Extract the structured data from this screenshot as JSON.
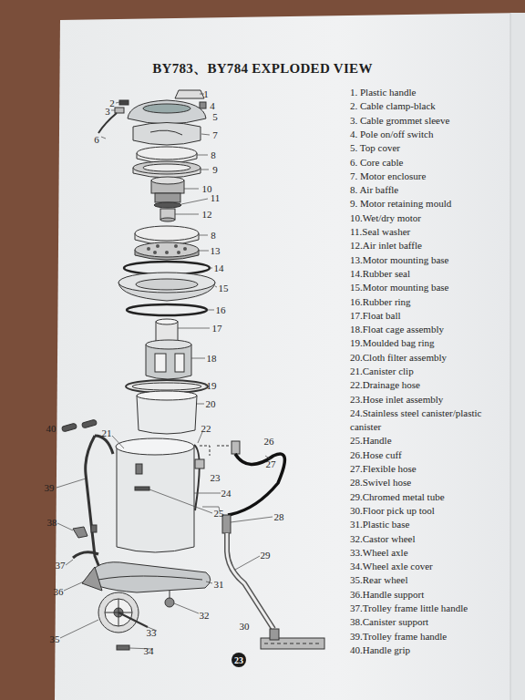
{
  "diagram": {
    "title": "BY783、BY784 EXPLODED VIEW",
    "labels": [
      "1. Plastic handle",
      "2. Cable clamp-black",
      "3. Cable grommet sleeve",
      "4. Pole on/off switch",
      "5. Top cover",
      "6. Core cable",
      "7. Motor enclosure",
      "8. Air baffle",
      "9. Motor retaining mould",
      "10.Wet/dry motor",
      "11.Seal washer",
      "12.Air inlet baffle",
      "13.Motor mounting base",
      "14.Rubber seal",
      "15.Motor mounting base",
      "16.Rubber ring",
      "17.Float ball",
      "18.Float cage assembly",
      "19.Moulded bag ring",
      "20.Cloth filter assembly",
      "21.Canister clip",
      "22.Drainage hose",
      "23.Hose inlet assembly",
      "24.Stainless steel canister/plastic canister",
      "25.Handle",
      "26.Hose cuff",
      "27.Flexible hose",
      "28.Swivel hose",
      "29.Chromed metal tube",
      "30.Floor pick up tool",
      "31.Plastic base",
      "32.Castor wheel",
      "33.Wheel axle",
      "34.Wheel axle cover",
      "35.Rear wheel",
      "36.Handle support",
      "37.Trolley frame little handle",
      "38.Canister support",
      "39.Trolley frame handle",
      "40.Handle grip",
      "1",
      "2",
      "4",
      "3",
      "5",
      "6",
      "7",
      "8",
      "9",
      "10",
      "11",
      "12",
      "8",
      "13",
      "14",
      "15",
      "16",
      "17",
      "18",
      "19",
      "20",
      "40",
      "21",
      "22",
      "26",
      "39",
      "23",
      "27",
      "24",
      "25",
      "38",
      "28",
      "37",
      "29",
      "36",
      "31",
      "30",
      "32",
      "33",
      "35",
      "34",
      "23"
    ]
  }
}
